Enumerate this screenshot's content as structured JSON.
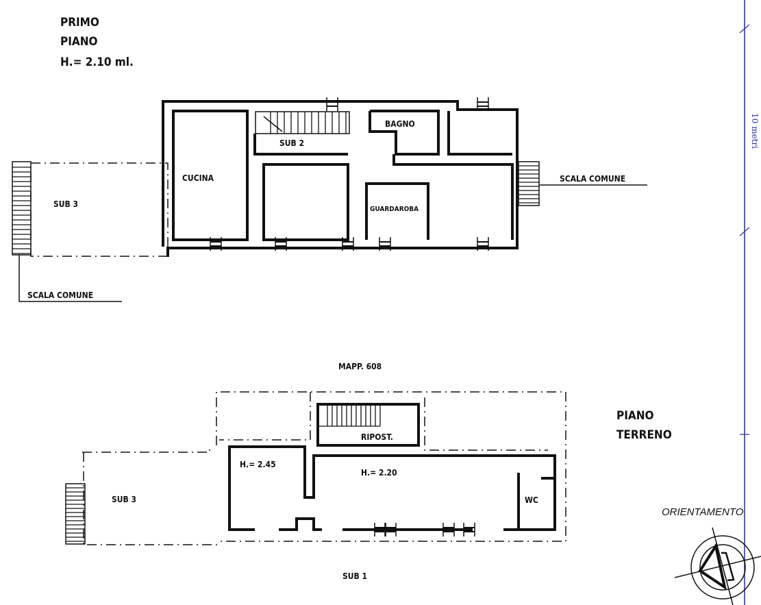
{
  "first_floor": {
    "title_line1": "PRIMO",
    "title_line2": "PIANO",
    "height": "H.= 2.10 ml.",
    "rooms": {
      "sub3": "SUB  3",
      "cucina": "CUCINA",
      "sub2": "SUB  2",
      "bagno": "BAGNO",
      "guardaroba": "GUARDAROBA"
    },
    "scala_comune_left": "SCALA  COMUNE",
    "scala_comune_right": "SCALA  COMUNE"
  },
  "mappale": "MAPP.  608",
  "ground_floor": {
    "title_line1": "PIANO",
    "title_line2": "TERRENO",
    "height_left": "H.= 2.45",
    "height_main": "H.= 2.20",
    "ripost": "RIPOST.",
    "wc": "WC",
    "sub3": "SUB  3",
    "sub1": "SUB  1"
  },
  "orientation_label": "ORIENTAMENTO",
  "scale_bar": {
    "label": "10 metri",
    "color": "#2a2aa0"
  }
}
